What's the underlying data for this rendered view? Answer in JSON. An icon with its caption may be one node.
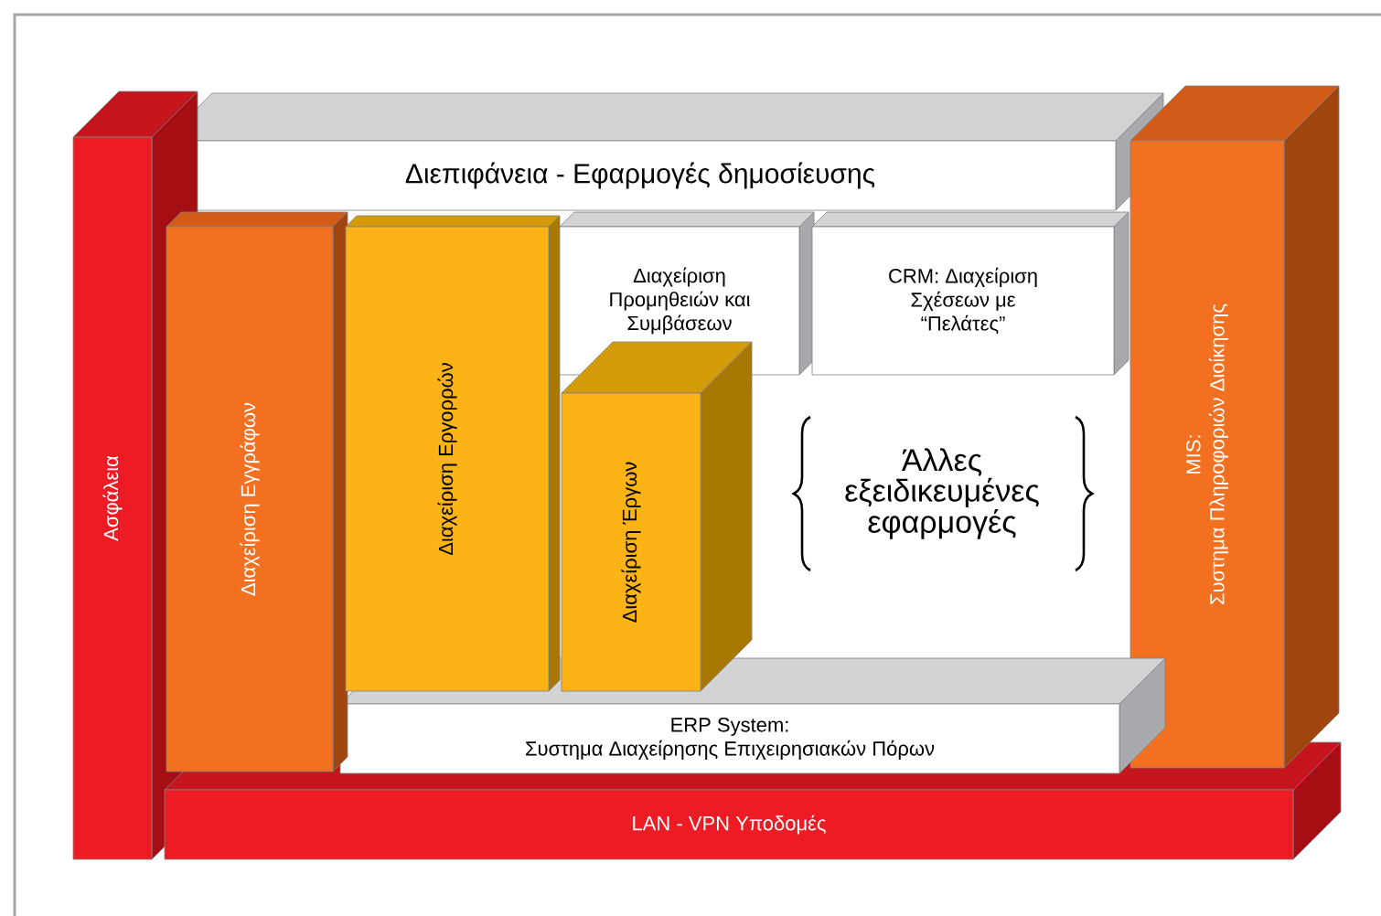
{
  "diagram": {
    "nodes": [
      {
        "text": [
          "Ασφάλεια"
        ]
      },
      {
        "text": [
          "Διεπιφάνεια - Εφαρμογές δημοσίευσης"
        ]
      },
      {
        "text": [
          "Διαχείριση Εγγράφων"
        ]
      },
      {
        "text": [
          "Διαχείριση Εργορρών"
        ]
      },
      {
        "text": [
          "Διαχείριση Προμηθειών και Συμβάσεων"
        ]
      },
      {
        "text": [
          "CRM: Διαχείριση Σχέσεων με “Πελάτες”"
        ]
      },
      {
        "text": [
          "Διαχείριση Έργων"
        ]
      },
      {
        "text": [
          "MIS:",
          "Συστημα Πληροφοριών Διοίκησης"
        ]
      },
      {
        "text": [
          "ERP System:",
          "Συστημα Διαχείρησης Επιχειρησιακών Πόρων"
        ]
      },
      {
        "text": [
          "LAN - VPN Υποδομές"
        ]
      }
    ],
    "labels": [
      "Άλλες εξειδικευμένες εφαρμογές"
    ]
  }
}
